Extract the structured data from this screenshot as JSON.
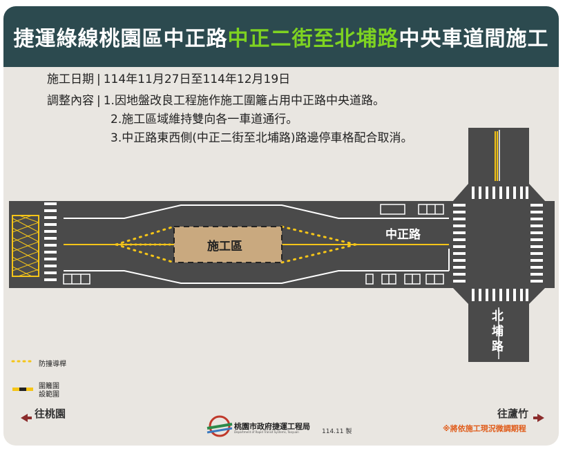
{
  "title": {
    "part1": "捷運綠線桃園區中正路",
    "highlight": "中正二街至北埔路",
    "part2": "中央車道間施工"
  },
  "info": {
    "date_label": "施工日期",
    "date_value": "114年11月27日至114年12月19日",
    "content_label": "調整內容",
    "items": [
      "1.因地盤改良工程施作施工圍籬占用中正路中央道路。",
      "2.施工區域維持雙向各一車道通行。",
      "3.中正路東西側(中正二街至北埔路)路邊停車格配合取消。"
    ]
  },
  "map": {
    "construction_zone": "施工區",
    "road_main": "中正路",
    "road_cross": "北埔路"
  },
  "legend": {
    "barrier_label": "防撞導桿",
    "fence_label": "圍籬圍設範圍"
  },
  "nav": {
    "left": "往桃園",
    "right": "往蘆竹"
  },
  "footer": {
    "org": "桃園市政府捷運工程局",
    "org_en": "Department of Rapid Transit Systems, Taoyuan",
    "made": "114.11 製",
    "note": "※將依施工現況微調期程"
  },
  "colors": {
    "header_bg": "#2c4a4f",
    "highlight": "#7ed321",
    "road": "#4a4a4a",
    "yellow": "#f5c518",
    "note": "#e05c1a"
  }
}
